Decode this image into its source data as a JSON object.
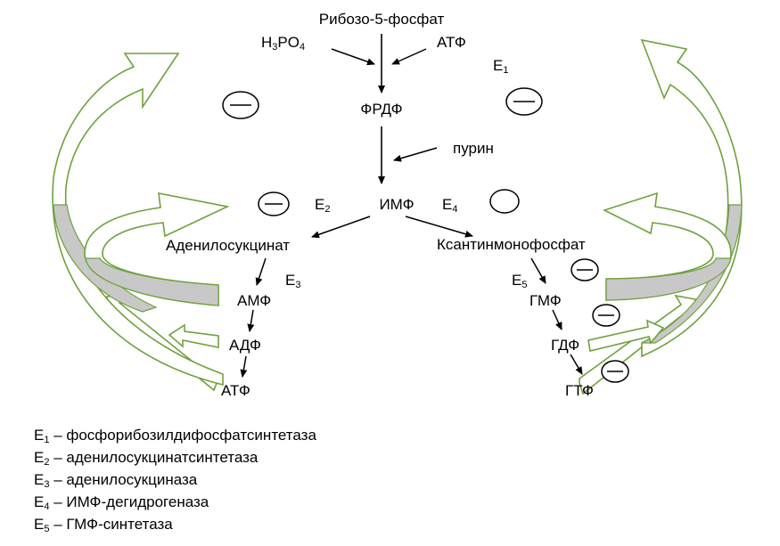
{
  "nodes": {
    "ribose": "Рибозо-5-фосфат",
    "h3po4": {
      "a": "H",
      "a_sub": "3",
      "b": "PO",
      "b_sub": "4"
    },
    "atp_top": "АТФ",
    "frdf": "ФРДФ",
    "purine": "пурин",
    "imf": "ИМФ",
    "adenylosuccinate": "Аденилосукцинат",
    "xanthine": "Ксантинмонофосфат",
    "amf": "АМФ",
    "adf": "АДФ",
    "atf": "АТФ",
    "gmf": "ГМФ",
    "gdf": "ГДФ",
    "gtf": "ГТФ"
  },
  "enzyme_labels": {
    "e1": {
      "letter": "E",
      "sub": "1"
    },
    "e2": {
      "letter": "E",
      "sub": "2"
    },
    "e3": {
      "letter": "E",
      "sub": "3"
    },
    "e4": {
      "letter": "E",
      "sub": "4"
    },
    "e5": {
      "letter": "E",
      "sub": "5"
    }
  },
  "inhibition_symbol": "—",
  "legend": [
    {
      "letter": "E",
      "sub": "1",
      "text": " – фосфорибозилдифосфатсинтетаза"
    },
    {
      "letter": "E",
      "sub": "2",
      "text": " – аденилосукцинатсинтетаза"
    },
    {
      "letter": "E",
      "sub": "3",
      "text": " – аденилосукциназа"
    },
    {
      "letter": "E",
      "sub": "4",
      "text": " – ИМФ-дегидрогеназа"
    },
    {
      "letter": "E",
      "sub": "5",
      "text": " – ГМФ-синтетаза"
    }
  ],
  "colors": {
    "ribbon_fill": "#c8c8c8",
    "arrow_green": "#6fa13c",
    "text": "#000000"
  }
}
